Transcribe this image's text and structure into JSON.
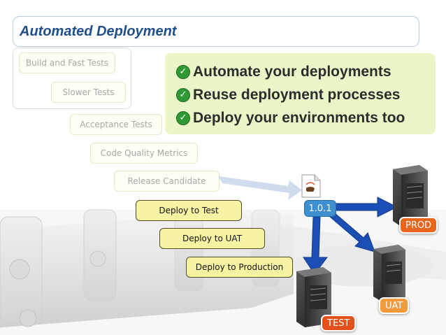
{
  "header": {
    "title": "Automated Deployment"
  },
  "pipeline": {
    "stages": [
      {
        "label": "Build and Fast Tests",
        "state": "faded"
      },
      {
        "label": "Slower Tests",
        "state": "faded"
      },
      {
        "label": "Acceptance Tests",
        "state": "faded"
      },
      {
        "label": "Code Quality Metrics",
        "state": "faded"
      },
      {
        "label": "Release Candidate",
        "state": "faded"
      },
      {
        "label": "Deploy to Test",
        "state": "active"
      },
      {
        "label": "Deploy to UAT",
        "state": "active"
      },
      {
        "label": "Deploy to Production",
        "state": "active"
      }
    ]
  },
  "callout": {
    "items": [
      {
        "text": "Automate your deployments",
        "icon": "check-circle-icon"
      },
      {
        "text": "Reuse deployment processes",
        "icon": "check-circle-icon"
      },
      {
        "text": "Deploy your environments too",
        "icon": "check-circle-icon"
      }
    ]
  },
  "deployment": {
    "version": "1.0.1",
    "artifact_icon": "java-archive-icon",
    "environments": [
      {
        "label": "PROD",
        "color": "#e8661c",
        "icon": "server-icon"
      },
      {
        "label": "UAT",
        "color": "#f39a3a",
        "icon": "server-icon"
      },
      {
        "label": "TEST",
        "color": "#e4511a",
        "icon": "server-icon"
      }
    ],
    "arrow_color": "#1b4fb5"
  },
  "colors": {
    "title": "#1f4e8c",
    "active_stage": "#f6f4a2",
    "callout_bg": "#ebf6c8",
    "check": "#2f9a33"
  }
}
